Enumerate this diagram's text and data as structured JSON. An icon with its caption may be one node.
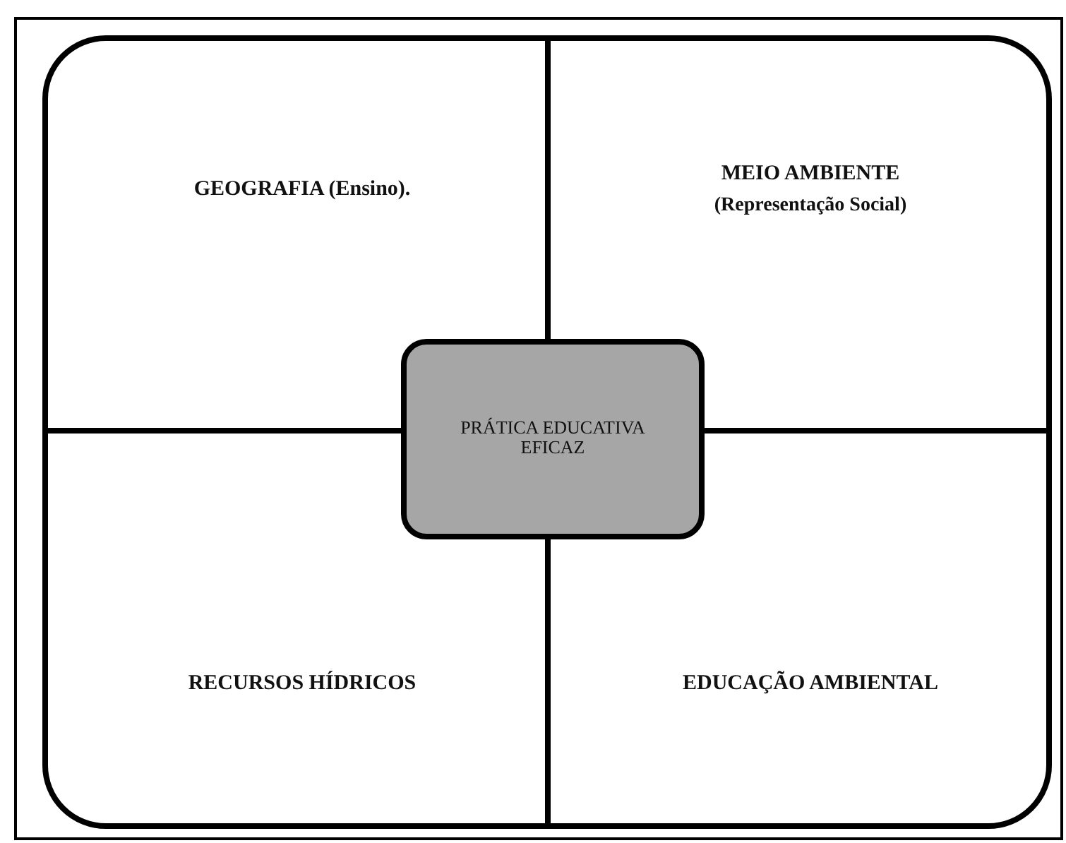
{
  "diagram": {
    "nodes": [
      {
        "text": [],
        "shape": "box"
      },
      {
        "text": [
          "GEOGRAFIA (Ensino)."
        ],
        "in": 0
      },
      {
        "text": [
          "MEIO AMBIENTE",
          "(Representação Social)"
        ],
        "in": 0
      },
      {
        "text": [
          "PRÁTICA EDUCATIVA EFICAZ"
        ],
        "in": 0
      },
      {
        "text": [
          "RECURSOS HÍDRICOS"
        ],
        "in": 0
      },
      {
        "text": [
          "EDUCAÇÃO AMBIENTAL"
        ],
        "in": 0
      }
    ]
  }
}
